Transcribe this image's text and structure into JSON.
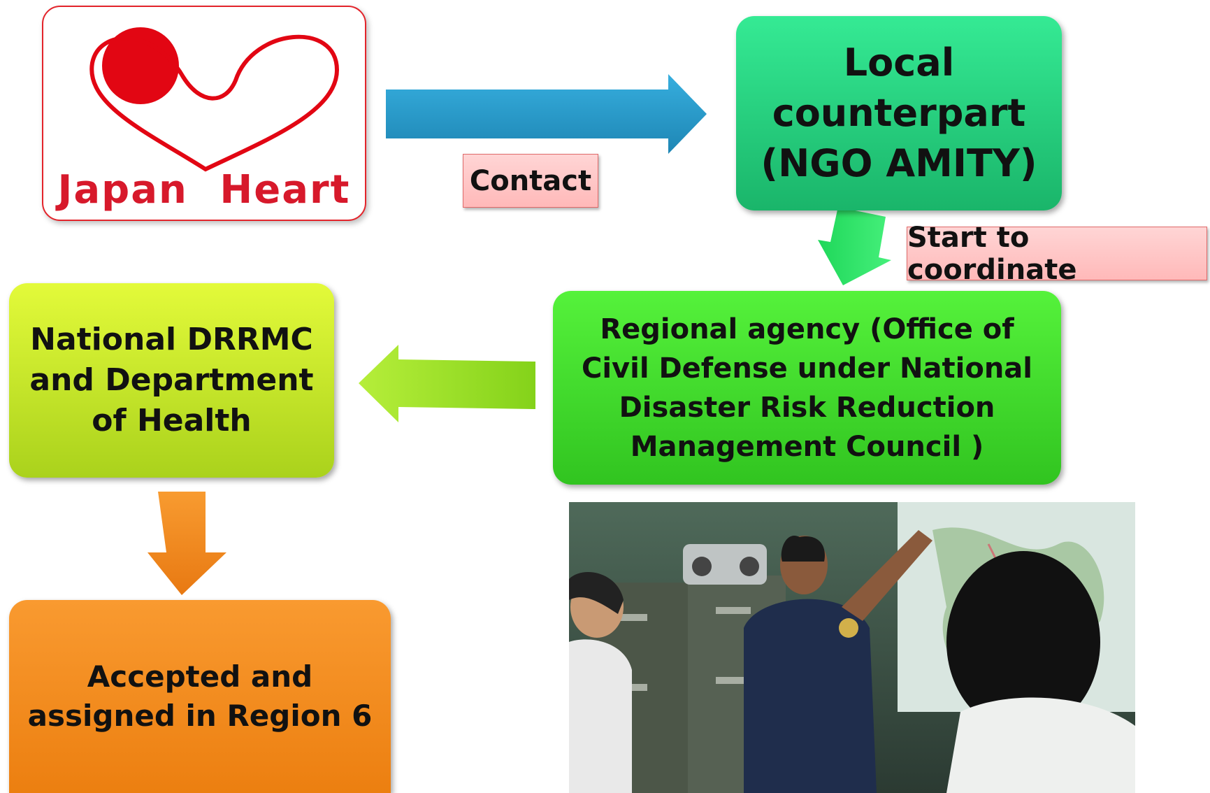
{
  "logo": {
    "text": "Japan Heart",
    "colors": {
      "brand": "#d7192b",
      "dot": "#e20613"
    }
  },
  "nodes": {
    "counterpart": "Local counterpart (NGO AMITY)",
    "regional": "Regional agency (Office of Civil Defense under National Disaster Risk Reduction Management Council )",
    "national": "National DRRMC and Department of Health",
    "accepted": "Accepted and assigned in Region 6"
  },
  "labels": {
    "contact": "Contact",
    "coordinate": "Start to coordinate"
  },
  "photo": {
    "subject": "meeting-at-wall-map-photo"
  },
  "colors": {
    "arrow_contact": "#2e9ccc",
    "arrow_coordinate": "#22dd55",
    "arrow_to_national": "#9be22a",
    "arrow_to_accepted": "#f08a1a",
    "tag_bg": "#ffc8c8"
  }
}
